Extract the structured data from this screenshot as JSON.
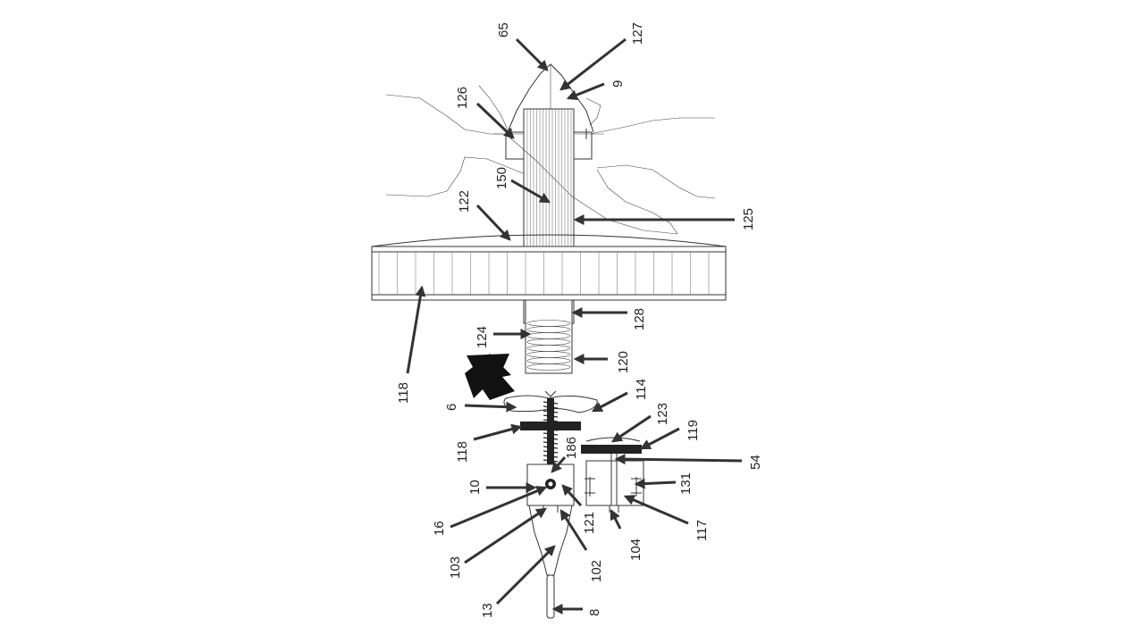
{
  "figure": {
    "labels": [
      "65",
      "127",
      "9",
      "126",
      "150",
      "122",
      "125",
      "118",
      "128",
      "124",
      "120",
      "6",
      "114",
      "118",
      "123",
      "119",
      "186",
      "54",
      "10",
      "131",
      "16",
      "121",
      "103",
      "102",
      "104",
      "117",
      "13",
      "8"
    ]
  }
}
